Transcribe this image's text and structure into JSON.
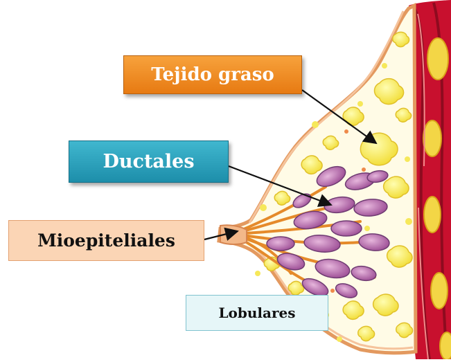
{
  "labels": {
    "tejido_graso": "Tejido graso",
    "ductales": "Ductales",
    "mioepiteliales": "Mioepiteliales",
    "lobulares": "Lobulares"
  },
  "colors": {
    "tejido_graso_box": "#e88116",
    "ductales_box": "#2aa0bb",
    "mioepiteliales_box": "#fbd5b5",
    "lobulares_box": "#e6f6f8",
    "chest_wall": "#c8102e",
    "fat": "#f6e85a",
    "lobule": "#b86aa8",
    "skin": "#e8a070"
  },
  "illustration": "breast-anatomy-cross-section"
}
